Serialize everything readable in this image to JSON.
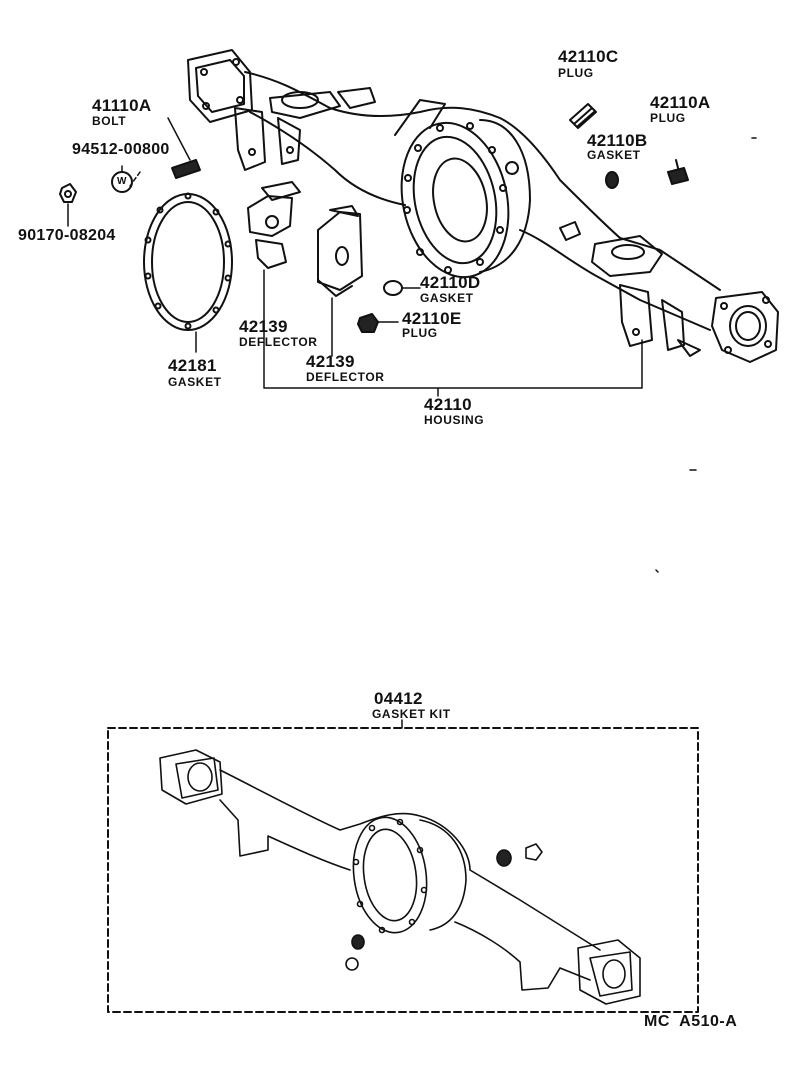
{
  "parts": {
    "plug_c": {
      "number": "42110C",
      "name": "PLUG"
    },
    "plug_a": {
      "number": "42110A",
      "name": "PLUG"
    },
    "gasket_b": {
      "number": "42110B",
      "name": "GASKET"
    },
    "bolt": {
      "number": "41110A",
      "name": "BOLT"
    },
    "washer": {
      "number": "94512-00800",
      "symbol": "W"
    },
    "nut": {
      "number": "90170-08204"
    },
    "gasket_d": {
      "number": "42110D",
      "name": "GASKET"
    },
    "plug_e": {
      "number": "42110E",
      "name": "PLUG"
    },
    "deflector_1": {
      "number": "42139",
      "name": "DEFLECTOR"
    },
    "deflector_2": {
      "number": "42139",
      "name": "DEFLECTOR"
    },
    "gasket_cover": {
      "number": "42181",
      "name": "GASKET"
    },
    "housing": {
      "number": "42110",
      "name": "HOUSING"
    },
    "gasket_kit": {
      "number": "04412",
      "name": "GASKET KIT"
    }
  },
  "footer": {
    "code": "MC  A510-A"
  }
}
